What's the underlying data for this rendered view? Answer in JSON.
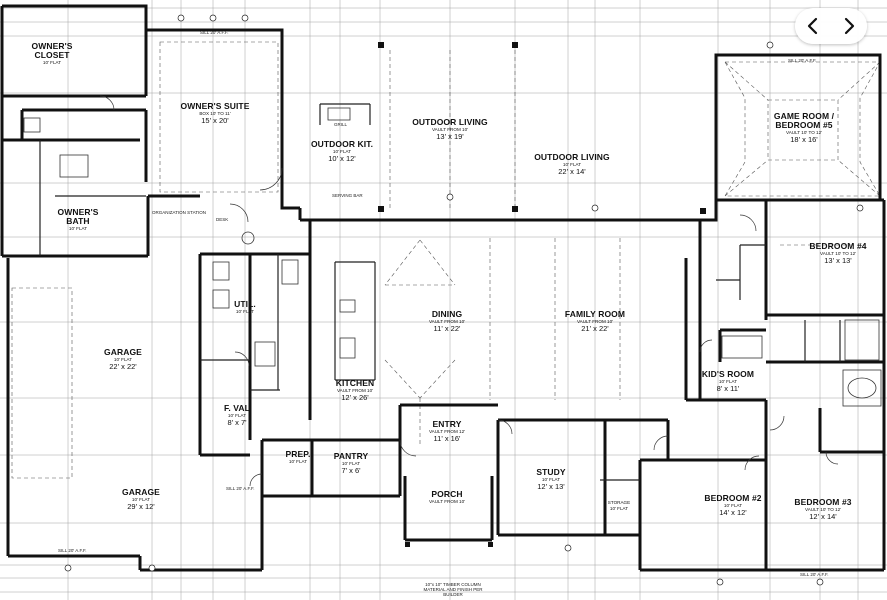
{
  "rooms": {
    "owners_closet": {
      "name": "OWNER'S CLOSET",
      "ceiling": "10' FLAT",
      "dims": ""
    },
    "owners_suite": {
      "name": "OWNER'S SUITE",
      "ceiling": "BOX 10' TO 11'",
      "dims": "15' x 20'"
    },
    "owners_bath": {
      "name": "OWNER'S BATH",
      "ceiling": "10' FLAT",
      "dims": ""
    },
    "outdoor_kit": {
      "name": "OUTDOOR KIT.",
      "ceiling": "10' FLAT",
      "dims": "10' x 12'"
    },
    "outdoor_living_1": {
      "name": "OUTDOOR LIVING",
      "ceiling": "VAULT FROM 10'",
      "dims": "13' x 19'"
    },
    "outdoor_living_2": {
      "name": "OUTDOOR LIVING",
      "ceiling": "10' FLAT",
      "dims": "22' x 14'"
    },
    "game_room": {
      "name": "GAME ROOM / BEDROOM #5",
      "ceiling": "VAULT 10' TO 12'",
      "dims": "18' x 16'"
    },
    "bedroom4": {
      "name": "BEDROOM #4",
      "ceiling": "VAULT 10' TO 12'",
      "dims": "13' x 13'"
    },
    "garage1": {
      "name": "GARAGE",
      "ceiling": "10' FLAT",
      "dims": "22' x 22'"
    },
    "garage2": {
      "name": "GARAGE",
      "ceiling": "10' FLAT",
      "dims": "29' x 12'"
    },
    "util": {
      "name": "UTIL.",
      "ceiling": "10' FLAT",
      "dims": ""
    },
    "fval": {
      "name": "F. VAL",
      "ceiling": "10' FLAT",
      "dims": "8' x 7'"
    },
    "kitchen": {
      "name": "KITCHEN",
      "ceiling": "VAULT FROM 10'",
      "dims": "12' x 26'"
    },
    "dining": {
      "name": "DINING",
      "ceiling": "VAULT FROM 10'",
      "dims": "11' x 22'"
    },
    "family": {
      "name": "FAMILY ROOM",
      "ceiling": "VAULT FROM 10'",
      "dims": "21' x 22'"
    },
    "kids_room": {
      "name": "KID'S ROOM",
      "ceiling": "10' FLAT",
      "dims": "8' x 11'"
    },
    "prep": {
      "name": "PREP.",
      "ceiling": "10' FLAT",
      "dims": ""
    },
    "pantry": {
      "name": "PANTRY",
      "ceiling": "10' FLAT",
      "dims": "7' x 6'"
    },
    "entry": {
      "name": "ENTRY",
      "ceiling": "VAULT FROM 12'",
      "dims": "11' x 16'"
    },
    "porch": {
      "name": "PORCH",
      "ceiling": "VAULT FROM 10'",
      "dims": ""
    },
    "study": {
      "name": "STUDY",
      "ceiling": "10' FLAT",
      "dims": "12' x 13'"
    },
    "storage": {
      "name": "STORAGE",
      "ceiling": "10' FLAT",
      "dims": ""
    },
    "bedroom2": {
      "name": "BEDROOM #2",
      "ceiling": "10' FLAT",
      "dims": "14' x 12'"
    },
    "bedroom3": {
      "name": "BEDROOM #3",
      "ceiling": "VAULT 10' TO 12'",
      "dims": "12' x 14'"
    }
  },
  "notes": {
    "sill_top_left": "SILL 20' A.F.F.",
    "sill_bottom_left": "SILL 20' A.F.F.",
    "sill_bottom_mid": "SILL 20' A.F.F.",
    "sill_bottom_right": "SILL 20' A.F.F.",
    "sill_game": "SILL 20' A.F.F.",
    "grill": "GRILL",
    "serving_bar": "SERVING BAR",
    "organization_station": "ORGANIZATION STATION",
    "desk": "DESK",
    "timber": "10\"x 10\" TIMBER COLUMN MATERIAL AND FINISH PER BUILDER"
  },
  "nav": {
    "prev_icon": "chevron-left-icon",
    "next_icon": "chevron-right-icon"
  },
  "colors": {
    "line": "#1a1a1a",
    "grid": "#9a9a9a",
    "background": "#ffffff"
  }
}
